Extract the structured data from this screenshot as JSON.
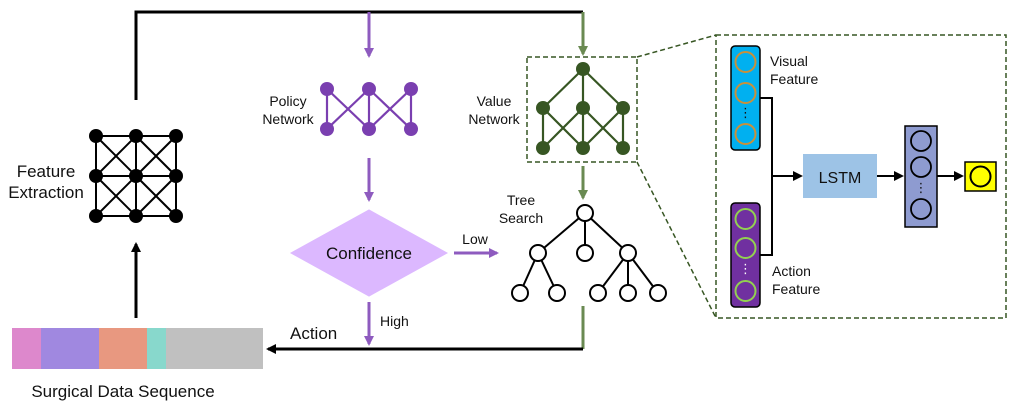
{
  "labels": {
    "feature_extraction_1": "Feature",
    "feature_extraction_2": "Extraction",
    "policy_network_1": "Policy",
    "policy_network_2": "Network",
    "value_network_1": "Value",
    "value_network_2": "Network",
    "confidence": "Confidence",
    "low": "Low",
    "high": "High",
    "tree_search_1": "Tree",
    "tree_search_2": "Search",
    "action": "Action",
    "surgical_data_sequence": "Surgical Data Sequence",
    "visual_feature_1": "Visual",
    "visual_feature_2": "Feature",
    "action_feature_1": "Action",
    "action_feature_2": "Feature",
    "lstm": "LSTM"
  },
  "colors": {
    "policy": "#7a3fb0",
    "policy_arrow": "#8e5bbf",
    "value": "#375623",
    "value_arrow": "#6a8a52",
    "confidence_fill": "#dcb8ff",
    "lstm_fill": "#9dc3e6",
    "visual_feature_fill": "#00b0f0",
    "action_feature_fill": "#7030a0",
    "output_vector_fill": "#8e9bd0",
    "final_output_fill": "#ffff00",
    "sequence_segments": [
      "#dd88cc",
      "#a088e0",
      "#e89880",
      "#88d8cc",
      "#c0c0c0"
    ]
  }
}
